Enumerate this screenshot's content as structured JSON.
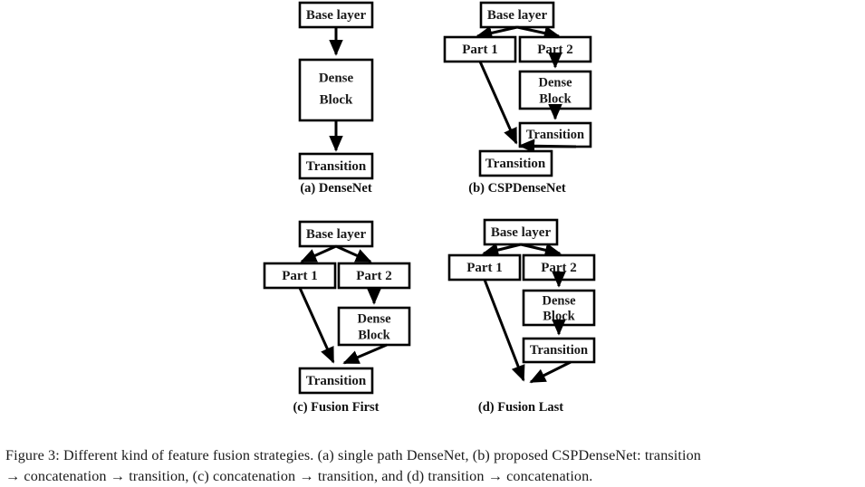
{
  "figure": {
    "caption_line1": "Figure 3: Different kind of feature fusion strategies. (a) single path DenseNet, (b) proposed CSPDenseNet: transition",
    "caption_line2": "→ concatenation → transition, (c) concatenation → transition, and (d) transition → concatenation.",
    "stroke_color": "#000000",
    "box_fill": "#ffffff",
    "text_color": "#1a1a1a",
    "background": "#ffffff"
  },
  "panels": [
    {
      "id": "a",
      "caption": "(a) DenseNet",
      "boxes": [
        {
          "name": "base-layer",
          "label": "Base layer"
        },
        {
          "name": "dense-block",
          "label_line1": "Dense",
          "label_line2": "Block"
        },
        {
          "name": "transition",
          "label": "Transition"
        }
      ]
    },
    {
      "id": "b",
      "caption": "(b) CSPDenseNet",
      "boxes": [
        {
          "name": "base-layer",
          "label": "Base layer"
        },
        {
          "name": "part-1",
          "label": "Part 1"
        },
        {
          "name": "part-2",
          "label": "Part 2"
        },
        {
          "name": "dense-block",
          "label_line1": "Dense",
          "label_line2": "Block"
        },
        {
          "name": "transition-upper",
          "label": "Transition"
        },
        {
          "name": "transition-lower",
          "label": "Transition"
        }
      ]
    },
    {
      "id": "c",
      "caption": "(c) Fusion First",
      "boxes": [
        {
          "name": "base-layer",
          "label": "Base layer"
        },
        {
          "name": "part-1",
          "label": "Part 1"
        },
        {
          "name": "part-2",
          "label": "Part 2"
        },
        {
          "name": "dense-block",
          "label_line1": "Dense",
          "label_line2": "Block"
        },
        {
          "name": "transition",
          "label": "Transition"
        }
      ]
    },
    {
      "id": "d",
      "caption": "(d) Fusion Last",
      "boxes": [
        {
          "name": "base-layer",
          "label": "Base layer"
        },
        {
          "name": "part-1",
          "label": "Part 1"
        },
        {
          "name": "part-2",
          "label": "Part 2"
        },
        {
          "name": "dense-block",
          "label_line1": "Dense",
          "label_line2": "Block"
        },
        {
          "name": "transition",
          "label": "Transition"
        }
      ]
    }
  ]
}
